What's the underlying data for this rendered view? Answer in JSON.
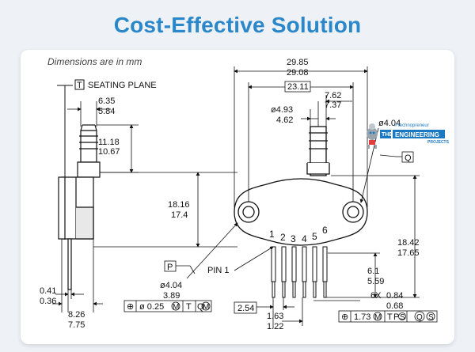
{
  "title": "Cost-Effective Solution",
  "note": "Dimensions are in mm",
  "labels": {
    "seating_plane_tag": "T",
    "seating_plane": "SEATING PLANE",
    "p_tag": "P",
    "q_tag": "Q",
    "pin1": "PIN 1",
    "six_x": "6X"
  },
  "dims": {
    "overall_w_max": "29.85",
    "overall_w_min": "29.08",
    "span": "23.11",
    "port_off_max": "7.62",
    "port_off_min": "7.37",
    "port_d_max": "ø4.93",
    "port_d_min": "4.62",
    "hole_d_max": "ø4.04",
    "side_w_max": "6.35",
    "side_w_min": "5.84",
    "port_h_max": "11.18",
    "port_h_min": "10.67",
    "body_h_max": "18.16",
    "body_h_min": "17.4",
    "total_h_max": "18.42",
    "total_h_min": "17.65",
    "pin_len_max": "6.1",
    "pin_len_min": "5.59",
    "pin_w_max": "0.84",
    "pin_w_min": "0.68",
    "mount_hole_max": "ø4.04",
    "mount_hole_min": "3.89",
    "lead_t_max": "0.41",
    "lead_t_min": "0.36",
    "side_base_max": "8.26",
    "side_base_min": "7.75",
    "pitch_basic": "2.54",
    "pin_off_max": "1.63",
    "pin_off_min": "1.22"
  },
  "pins": [
    "1",
    "2",
    "3",
    "4",
    "5",
    "6"
  ],
  "tolerances": {
    "left": [
      "⊕",
      "ø 0.25",
      "M",
      "T",
      "Q",
      "M"
    ],
    "right": [
      "⊕",
      "1.73",
      "M",
      "T",
      "P",
      "S",
      "Q",
      "S"
    ]
  },
  "logo": {
    "tagline": "# technopreneur",
    "the": "THE",
    "name": "ENGINEERING",
    "sub": "PROJECTS"
  },
  "colors": {
    "title": "#2a87c9",
    "logo": "#1b78c2",
    "line": "#111111",
    "background": "#eef2f6"
  }
}
